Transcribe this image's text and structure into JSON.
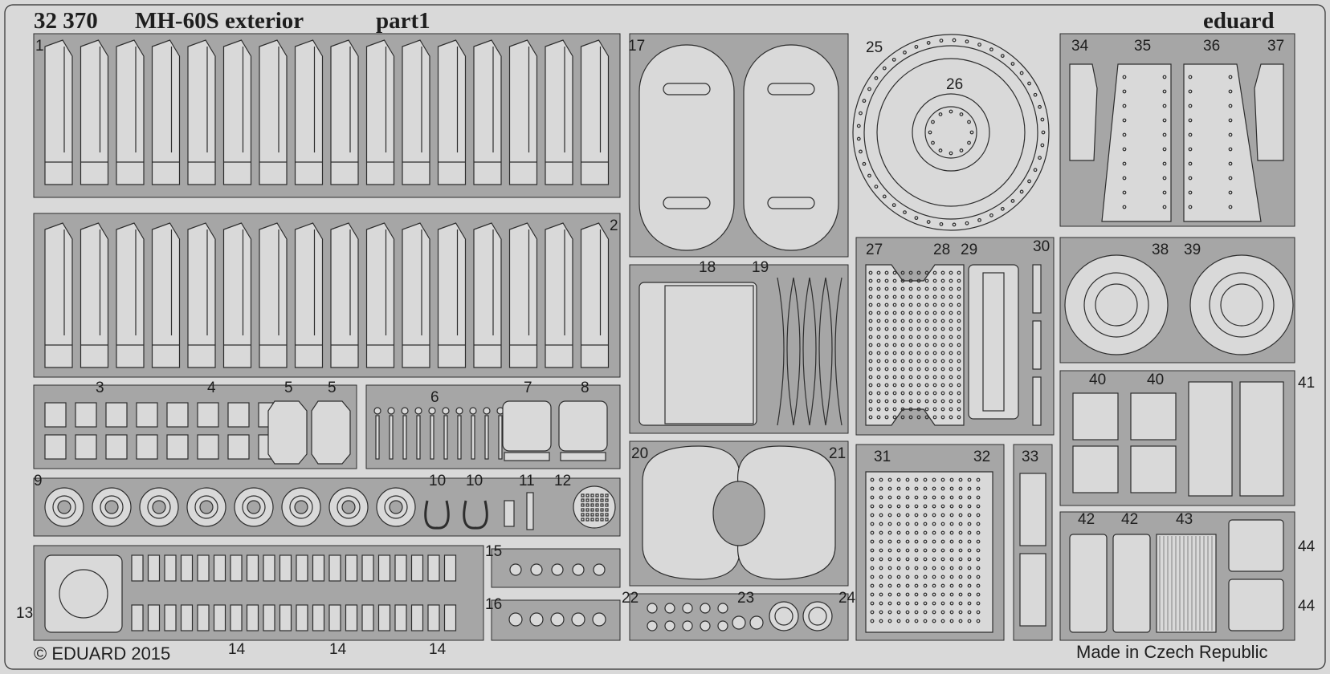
{
  "sheet": {
    "catalog_number": "32 370",
    "title": "MH-60S exterior",
    "part": "part1",
    "brand": "eduard",
    "copyright": "© EDUARD 2015",
    "origin": "Made in Czech Republic"
  },
  "part_numbers": {
    "p1": "1",
    "p2": "2",
    "p3": "3",
    "p4": "4",
    "p5a": "5",
    "p5b": "5",
    "p6": "6",
    "p7": "7",
    "p8": "8",
    "p9": "9",
    "p10a": "10",
    "p10b": "10",
    "p11": "11",
    "p12": "12",
    "p13": "13",
    "p14a": "14",
    "p14b": "14",
    "p14c": "14",
    "p15": "15",
    "p16": "16",
    "p17": "17",
    "p18": "18",
    "p19": "19",
    "p20": "20",
    "p21": "21",
    "p22": "22",
    "p23": "23",
    "p24": "24",
    "p25": "25",
    "p26": "26",
    "p27": "27",
    "p28": "28",
    "p29": "29",
    "p30": "30",
    "p31": "31",
    "p32": "32",
    "p33": "33",
    "p34": "34",
    "p35": "35",
    "p36": "36",
    "p37": "37",
    "p38": "38",
    "p39": "39",
    "p40a": "40",
    "p40b": "40",
    "p41": "41",
    "p42a": "42",
    "p42b": "42",
    "p43": "43",
    "p44a": "44",
    "p44b": "44"
  },
  "colors": {
    "fret": "#d9d9d9",
    "panel": "#a6a6a6",
    "part": "#d9d9d9",
    "outline": "#2d2d2d",
    "text": "#1e1e1e"
  }
}
